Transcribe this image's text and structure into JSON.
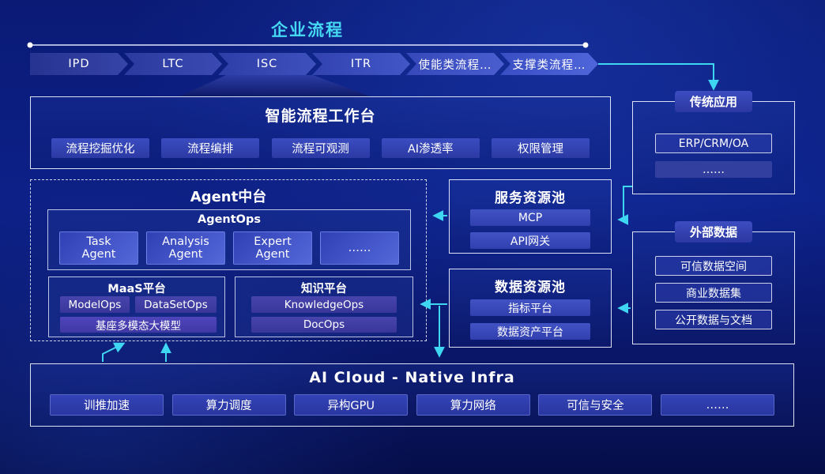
{
  "header": {
    "title": "企业流程"
  },
  "process_chain": {
    "items": [
      "IPD",
      "LTC",
      "ISC",
      "ITR",
      "使能类流程…",
      "支撑类流程…"
    ]
  },
  "workbench": {
    "title": "智能流程工作台",
    "buttons": [
      "流程挖掘优化",
      "流程编排",
      "流程可观测",
      "AI渗透率",
      "权限管理"
    ]
  },
  "agent_platform": {
    "title": "Agent中台",
    "agentops": {
      "title": "AgentOps",
      "agents": [
        [
          "Task",
          "Agent"
        ],
        [
          "Analysis",
          "Agent"
        ],
        [
          "Expert",
          "Agent"
        ],
        [
          "……"
        ]
      ]
    },
    "maas": {
      "title": "MaaS平台",
      "buttons": [
        "ModelOps",
        "DataSetOps"
      ],
      "foundation": "基座多模态大模型"
    },
    "knowledge": {
      "title": "知识平台",
      "buttons": [
        "KnowledgeOps",
        "DocOps"
      ]
    }
  },
  "service_pool": {
    "title": "服务资源池",
    "buttons": [
      "MCP",
      "API网关"
    ]
  },
  "data_pool": {
    "title": "数据资源池",
    "buttons": [
      "指标平台",
      "数据资产平台"
    ]
  },
  "legacy_apps": {
    "title": "传统应用",
    "buttons": [
      "ERP/CRM/OA",
      "……"
    ]
  },
  "external_data": {
    "title": "外部数据",
    "buttons": [
      "可信数据空间",
      "商业数据集",
      "公开数据与文档"
    ]
  },
  "infra": {
    "title": "AI Cloud - Native Infra",
    "buttons": [
      "训推加速",
      "算力调度",
      "异构GPU",
      "算力网络",
      "可信与安全",
      "……"
    ]
  },
  "colors": {
    "accent_cyan": "#3fd6f2",
    "deep_blue_bg": "#0b1c7e",
    "button_blue": "#3344b0",
    "purple_button": "#413f9f"
  }
}
